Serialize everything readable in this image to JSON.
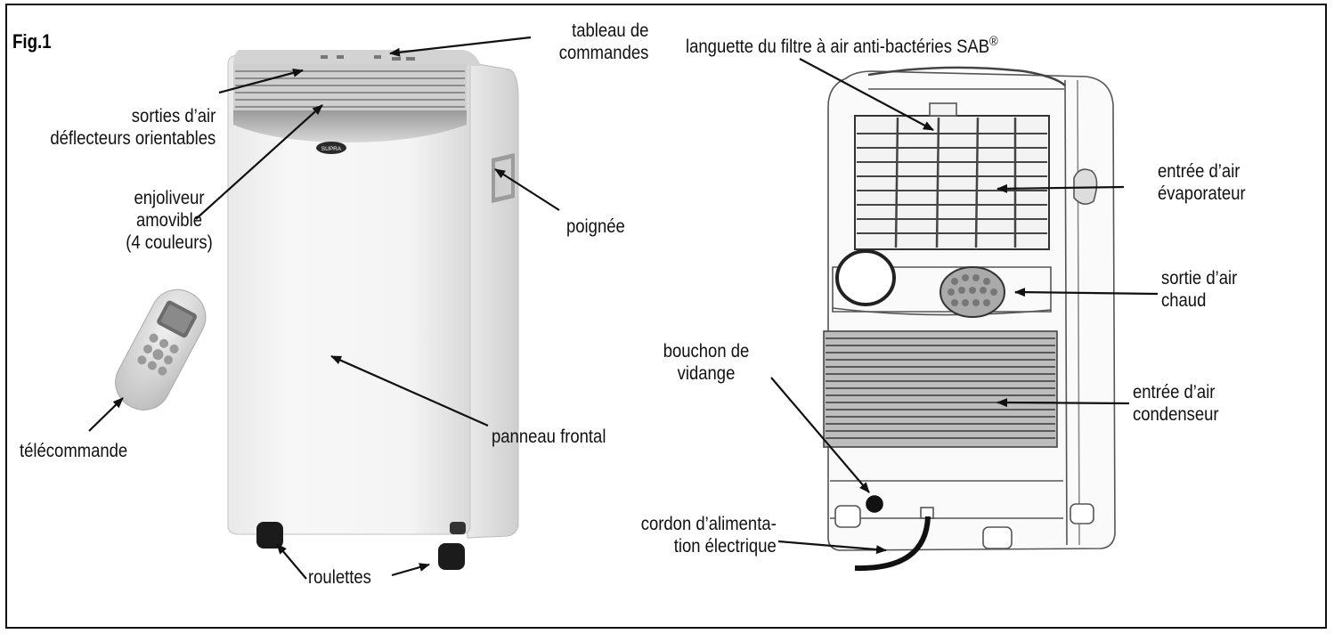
{
  "figure_label": "Fig.1",
  "labels": {
    "tableau": [
      "tableau de",
      "commandes"
    ],
    "sorties": [
      "sorties d’air",
      "déflecteurs orientables"
    ],
    "enjoliveur": [
      "enjoliveur",
      "amovible",
      "(4 couleurs)"
    ],
    "poignee": "poignée",
    "telecommande": "télécommande",
    "panneau": "panneau frontal",
    "roulettes": "roulettes",
    "languette": "languette du filtre à air anti-bactéries SAB",
    "languette_mark": "®",
    "entree_evap": [
      "entrée d’air",
      "évaporateur"
    ],
    "sortie_chaud": [
      "sortie d’air",
      "chaud"
    ],
    "bouchon": [
      "bouchon de",
      "vidange"
    ],
    "entree_cond": [
      "entrée d’air",
      "condenseur"
    ],
    "cordon": [
      "cordon d’alimenta-",
      "tion électrique"
    ]
  },
  "brand_logo_text": "SUPRA"
}
